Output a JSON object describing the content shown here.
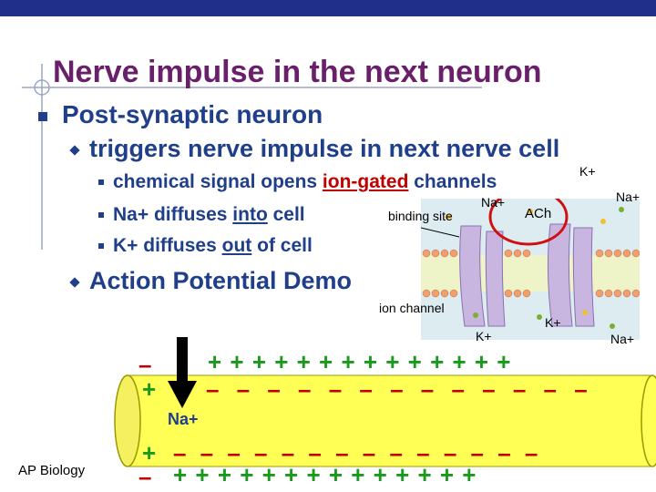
{
  "slide": {
    "title": "Nerve impulse in the next neuron",
    "footer": "AP Biology"
  },
  "outline": {
    "level1": "Post-synaptic neuron",
    "level2a": "triggers nerve impulse in next nerve cell",
    "sub": [
      {
        "pre": "chemical signal opens ",
        "em": "ion-gated",
        "post": " channels"
      },
      {
        "pre": "Na+ diffuses ",
        "em": "into",
        "post": " cell"
      },
      {
        "pre": "K+ diffuses ",
        "em": "out",
        "post": " of cell"
      }
    ],
    "level2b": "Action Potential Demo"
  },
  "figure_labels": {
    "k_top": "K+",
    "na_top_right": "Na+",
    "na_center": "Na+",
    "binding_site": "binding site",
    "ach": "ACh",
    "ion_channel": "ion channel",
    "k_bottom_left": "K+",
    "k_bottom_right": "K+",
    "na_bottom_right": "Na+"
  },
  "axon": {
    "na_label": "Na+",
    "top_left_sign": "–",
    "second_left_sign": "+",
    "top_signs": "+ + + + + + + + + + + + + +",
    "inner_top_signs": "– – – – – – – – – – – – –",
    "inner_bottom_left": "+",
    "inner_bottom_signs": "– – – – – – – – – – – – – –",
    "outer_bottom_left": "–",
    "outer_bottom_signs": "+ + + + + + + + + + + + + +"
  },
  "colors": {
    "title": "#6a1f6a",
    "text": "#1f3f8a",
    "accent": "#c00000",
    "axon": "#ffff55",
    "plus": "#1a9a1a",
    "minus": "#c00000"
  }
}
